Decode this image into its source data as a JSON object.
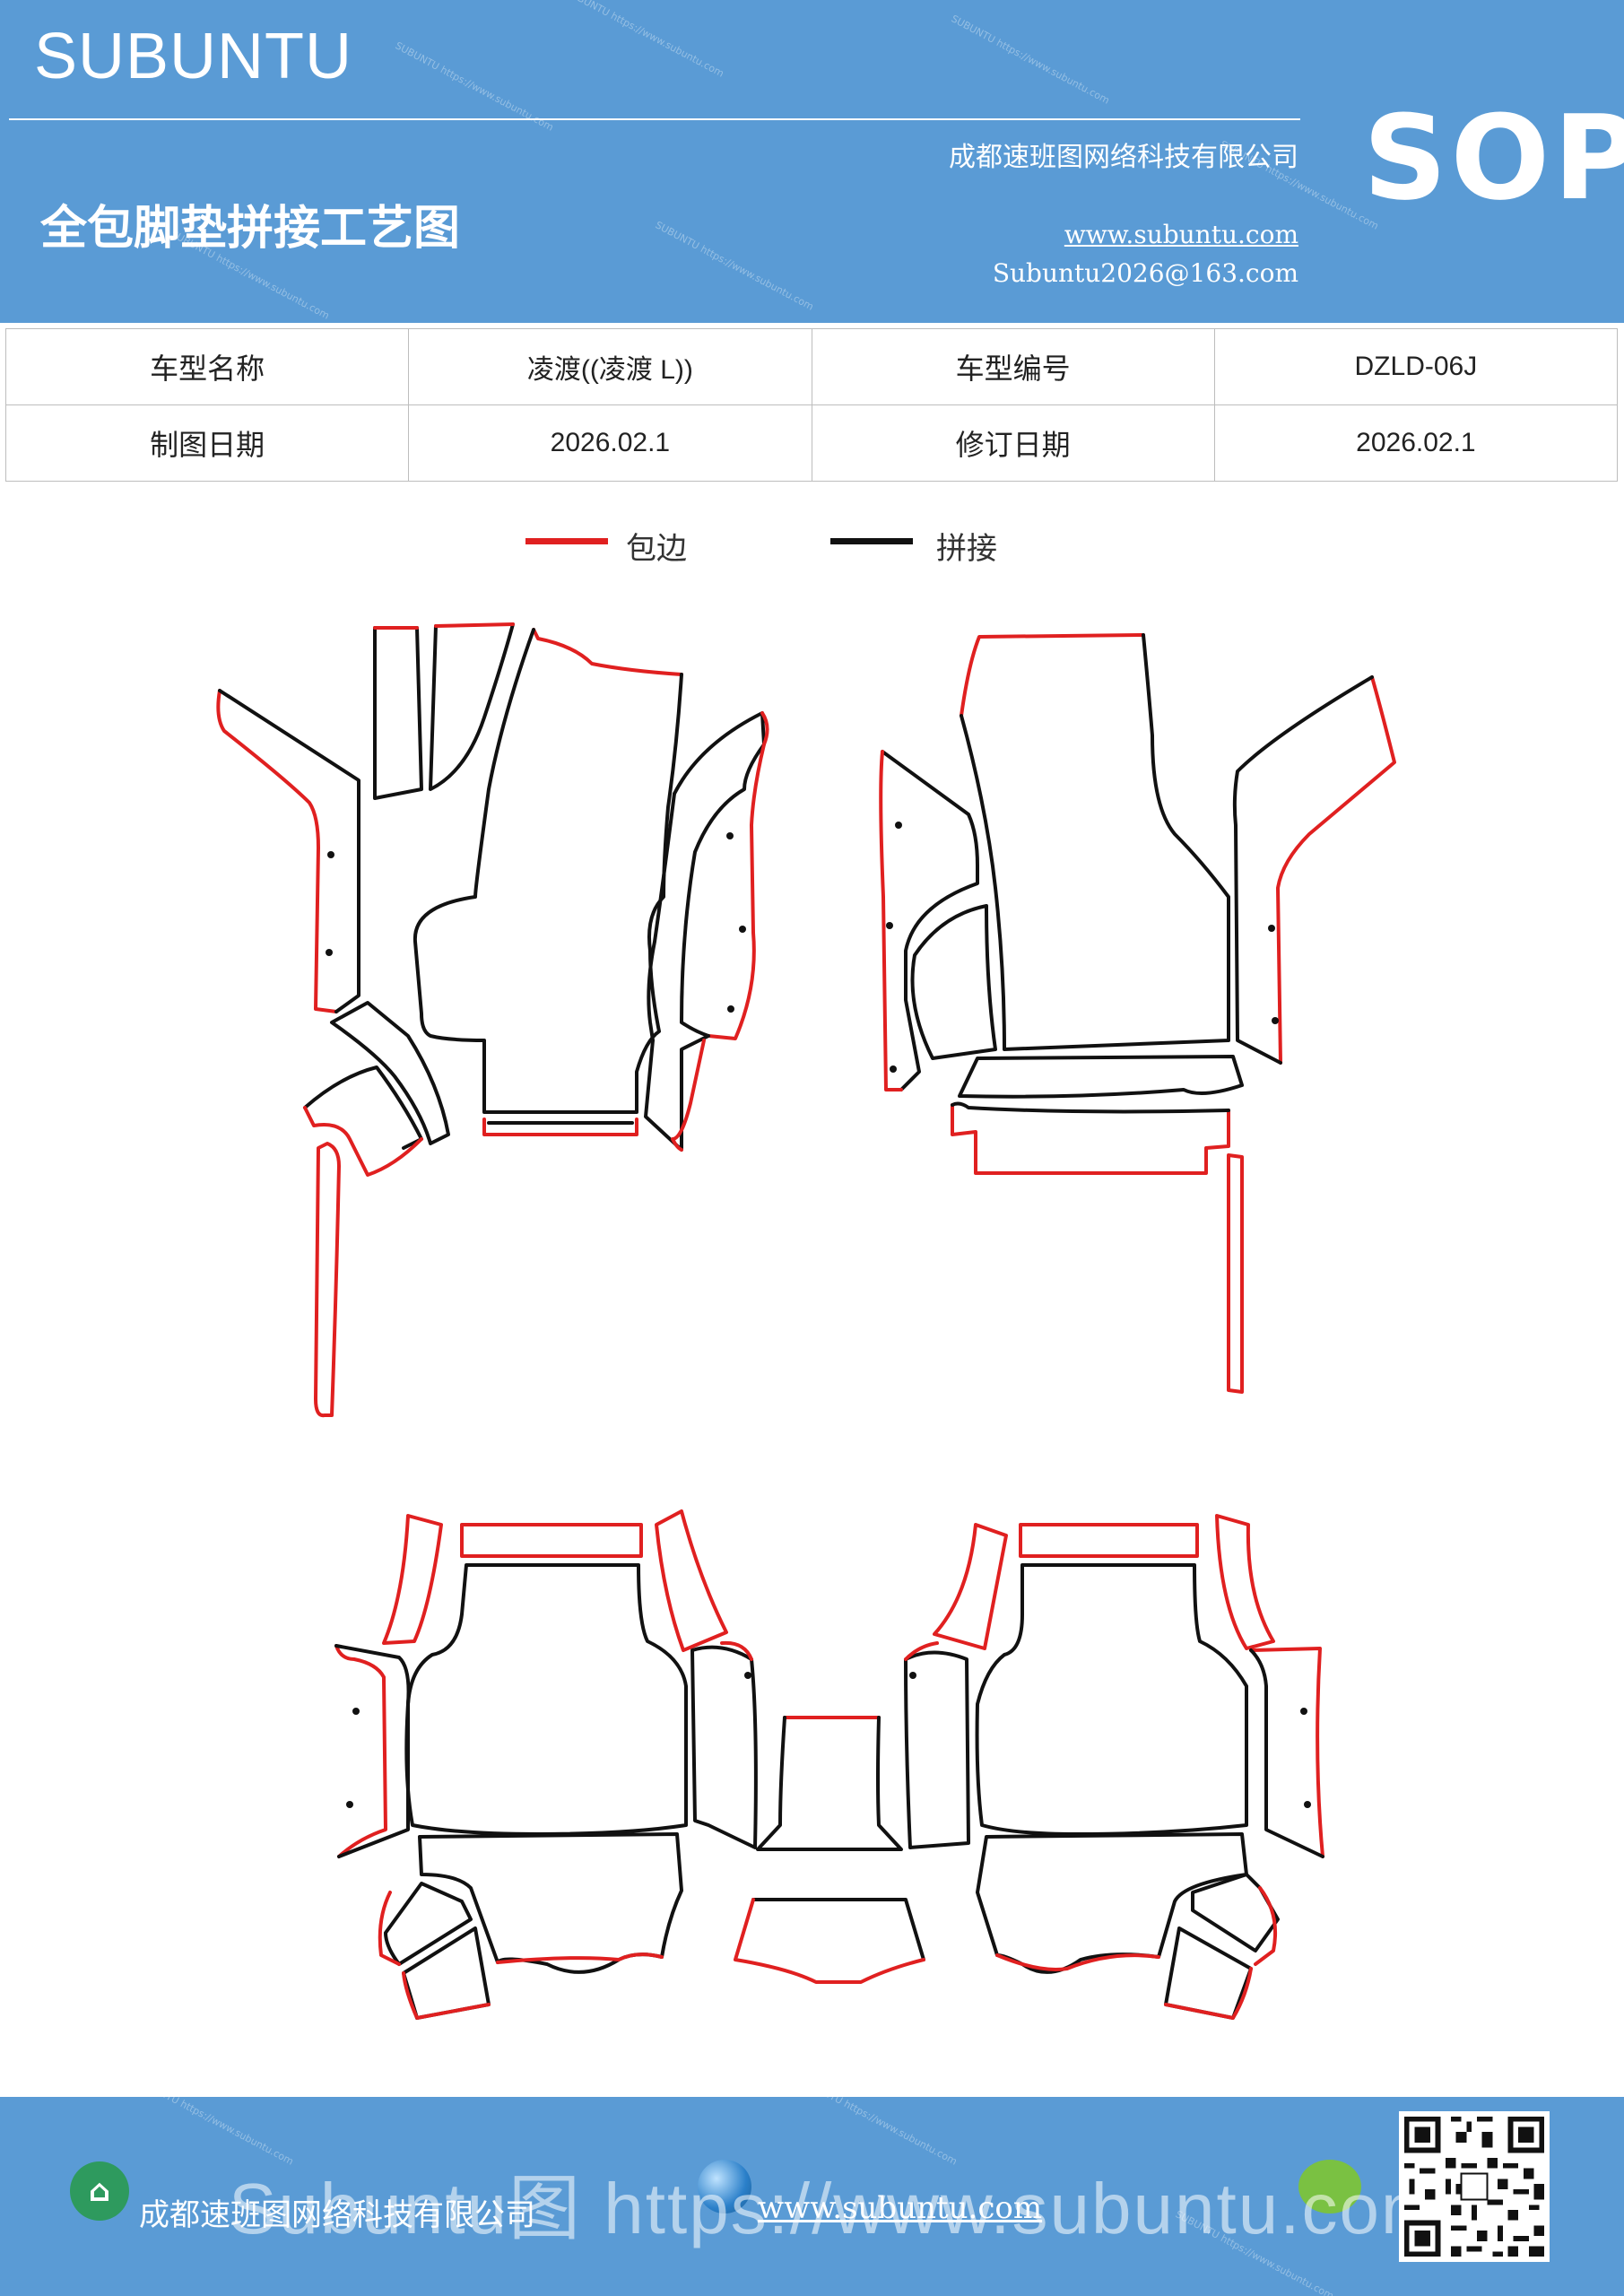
{
  "header": {
    "brand": "SUBUNTU",
    "company": "成都速班图网络科技有限公司",
    "sop": "SOP",
    "doc_title": "全包脚垫拼接工艺图",
    "website": "www.subuntu.com",
    "email": "Subuntu2026@163.com"
  },
  "info_table": {
    "rows": [
      {
        "label1": "车型名称",
        "value1": "凌渡((凌渡 L))",
        "label2": "车型编号",
        "value2": "DZLD-06J"
      },
      {
        "label1": "制图日期",
        "value1": "2026.02.1",
        "label2": "修订日期",
        "value2": "2026.02.1"
      }
    ]
  },
  "legend": {
    "edge_label": "包边",
    "edge_color": "#e02020",
    "join_label": "拼接",
    "join_color": "#111111"
  },
  "footer": {
    "company": "成都速班图网络科技有限公司",
    "website": "www.subuntu.com",
    "watermark": "Subuntu图 https://www.subuntu.com"
  }
}
